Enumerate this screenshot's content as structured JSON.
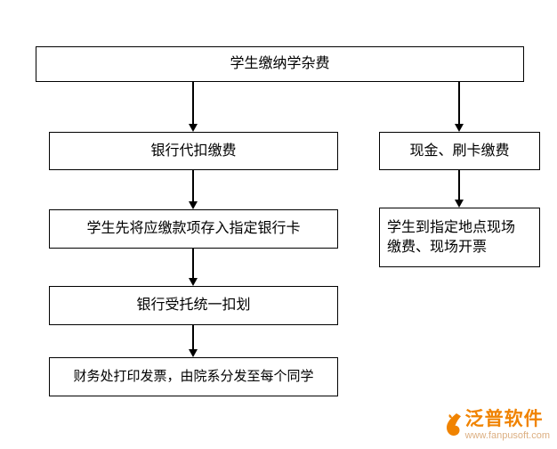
{
  "flowchart": {
    "top_node": "学生缴纳学杂费",
    "left_branch": [
      "银行代扣缴费",
      "学生先将应缴款项存入指定银行卡",
      "银行受托统一扣划",
      "财务处打印发票，由院系分发至每个同学"
    ],
    "right_branch": {
      "node1": "现金、刷卡缴费",
      "node2_line1": "学生到指定地点现场",
      "node2_line2": "缴费、现场开票"
    }
  },
  "watermark": {
    "brand": "泛普软件",
    "url": "www.fanpusoft.com",
    "brand_color": "#f08300",
    "url_color": "#dcaf82",
    "icon_color": "#f08300"
  }
}
